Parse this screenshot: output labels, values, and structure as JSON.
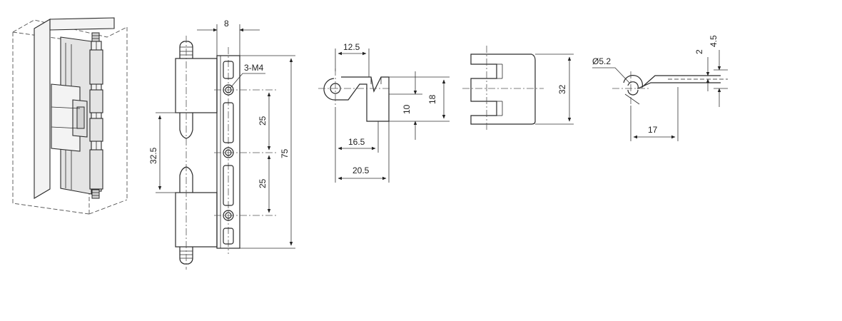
{
  "dimensions": {
    "hinge_width": "8",
    "thread": "3-M4",
    "hole_pitch_1": "25",
    "hole_pitch_2": "25",
    "overall_height": "75",
    "knuckle_gap": "32.5",
    "leaf_offset": "12.5",
    "profile_height": "18",
    "profile_step": "10",
    "depth_inner": "16.5",
    "depth_outer": "20.5",
    "side_height": "32",
    "pin_diameter": "Ø5.2",
    "thickness_1": "2",
    "thickness_2": "4.5",
    "spring_length": "17"
  }
}
